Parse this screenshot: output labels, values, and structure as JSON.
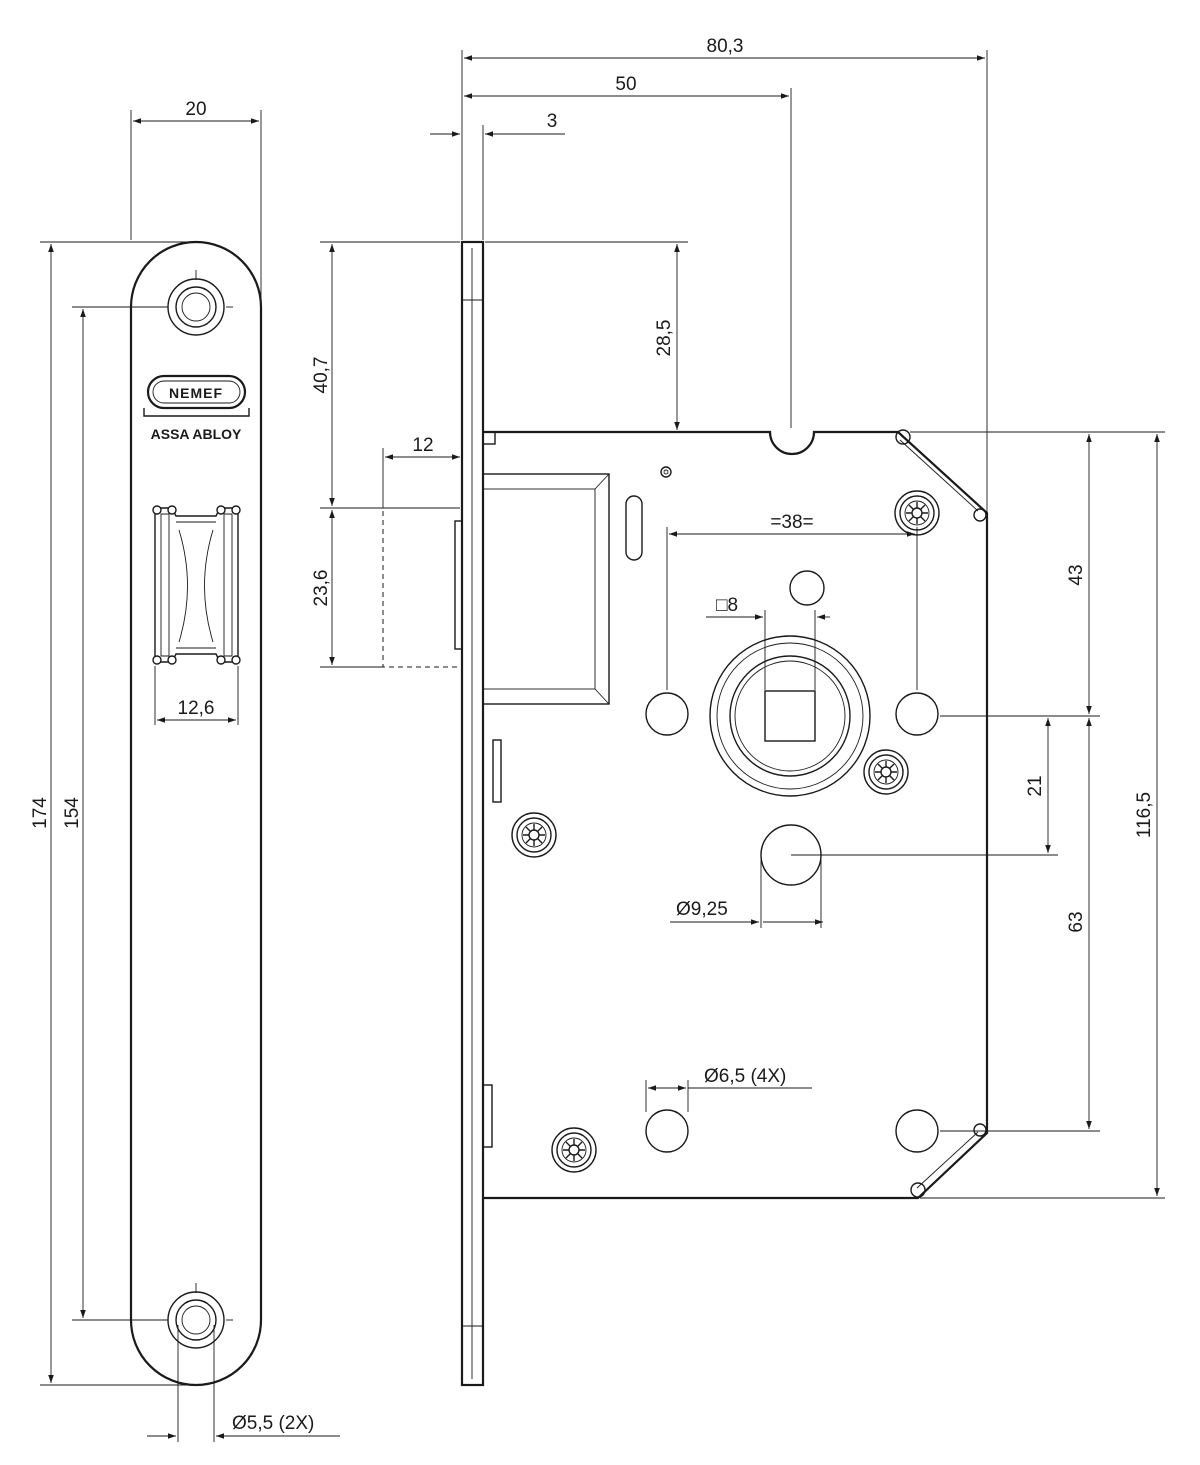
{
  "faceplate": {
    "brand_logo": "NEMEF",
    "brand_sub": "ASSA ABLOY"
  },
  "dimensions": {
    "overall_depth": "80,3",
    "backset": "50",
    "faceplate_thickness": "3",
    "faceplate_width": "20",
    "faceplate_length": "174",
    "screw_hole_pitch": "154",
    "latch_width": "12,6",
    "screw_hole_diameter": "Ø5,5 (2X)",
    "latch_to_top": "40,7",
    "case_top_offset": "28,5",
    "latch_projection": "12",
    "latch_height": "23,6",
    "mount_hole_spacing": "=38=",
    "follower_square": "□8",
    "follower_to_top": "43",
    "follower_to_cylinder": "21",
    "case_height": "116,5",
    "cylinder_hole_diameter": "Ø9,25",
    "cylinder_to_bottom_hole": "63",
    "mount_hole_diameter": "Ø6,5 (4X)"
  }
}
